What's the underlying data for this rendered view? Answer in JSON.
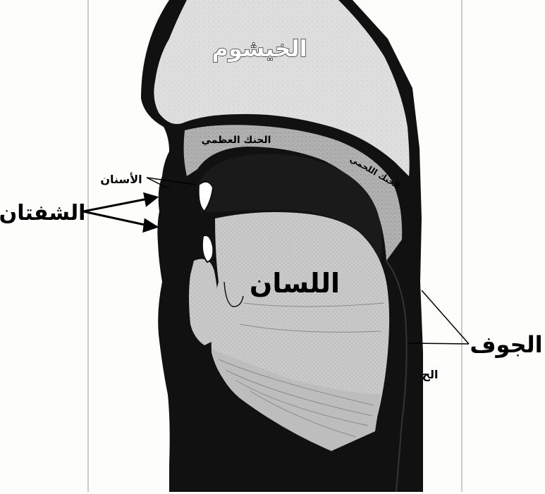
{
  "labels": {
    "nasal_cavity": "الخيشوم",
    "hard_palate": "الحنك العظمي",
    "soft_palate": "الحنك اللحمي",
    "teeth": "الأسنان",
    "lips": "الشفتان",
    "tongue": "اللسان",
    "cavity": "الجوف",
    "partial_label": "الح"
  },
  "colors": {
    "outline": "#111111",
    "tissue_light": "#d9d9d9",
    "tissue_mid": "#b4b4b4",
    "tongue_fill": "#c8c8c8",
    "teeth_fill": "#ffffff",
    "label_light": "#ffffff",
    "label_dark": "#000000",
    "background": "#fdfdfb"
  }
}
